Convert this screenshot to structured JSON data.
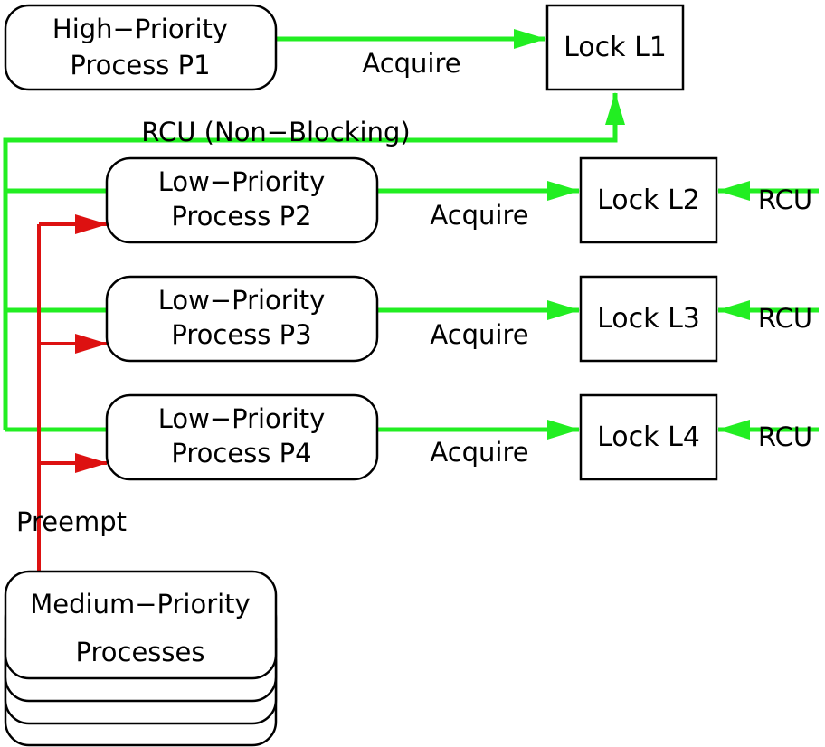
{
  "colors": {
    "rcu": "#22ee22",
    "preempt": "#dd1111",
    "stroke": "#000000"
  },
  "processes": {
    "p1": {
      "line1": "High−Priority",
      "line2": "Process P1"
    },
    "p2": {
      "line1": "Low−Priority",
      "line2": "Process P2"
    },
    "p3": {
      "line1": "Low−Priority",
      "line2": "Process P3"
    },
    "p4": {
      "line1": "Low−Priority",
      "line2": "Process P4"
    },
    "medium": {
      "line1": "Medium−Priority",
      "line2": "Processes"
    }
  },
  "locks": {
    "l1": "Lock L1",
    "l2": "Lock L2",
    "l3": "Lock L3",
    "l4": "Lock L4"
  },
  "labels": {
    "acquire": "Acquire",
    "rcu_nonblocking": "RCU (Non−Blocking)",
    "rcu": "RCU",
    "preempt": "Preempt"
  }
}
